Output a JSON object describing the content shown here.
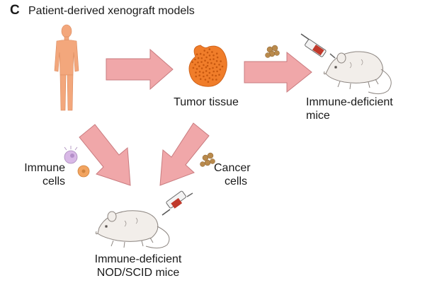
{
  "panel": {
    "letter": "C",
    "title": "Patient-derived xenograft models"
  },
  "labels": {
    "tumor_tissue": "Tumor tissue",
    "immune_deficient_mice": [
      "Immune-deficient",
      "mice"
    ],
    "immune_cells": [
      "Immune",
      "cells"
    ],
    "cancer_cells": [
      "Cancer",
      "cells"
    ],
    "nod_scid_mice": [
      "Immune-deficient",
      "NOD/SCID mice"
    ]
  },
  "colors": {
    "arrow_fill": "#f0a7a9",
    "arrow_stroke": "#c97b7f",
    "human_fill": "#f3a77c",
    "tumor_fill": "#f07d2a",
    "tumor_dots": "#c7580f",
    "mouse_fill": "#f2eeea",
    "mouse_stroke": "#8c8580",
    "cancer_cells": "#b98a4c",
    "immune_cell_purple": "#d8b8e6",
    "immune_cell_orange": "#f2a460",
    "syringe_plunger": "#c0392b"
  }
}
